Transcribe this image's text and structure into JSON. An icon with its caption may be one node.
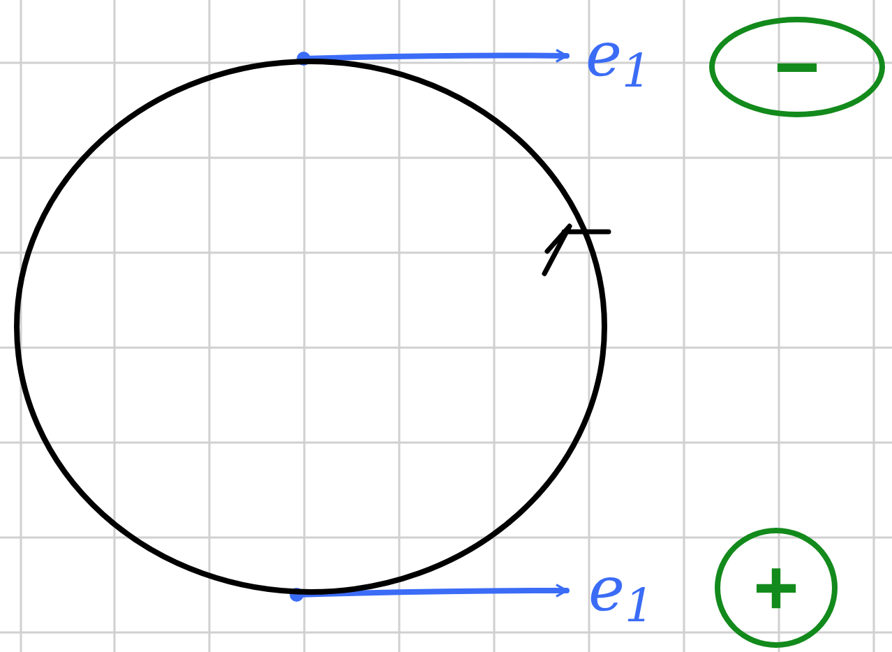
{
  "diagram": {
    "nodes": [
      {
        "text": [],
        "shape": "circle"
      },
      {
        "text": [
          "e$_{1}$"
        ]
      },
      {
        "text": [
          "−"
        ]
      },
      {
        "text": [
          "e$_{1}$"
        ]
      },
      {
        "text": [
          "+"
        ]
      }
    ],
    "edges": [
      {
        "from": 0,
        "to": 1,
        "arrow": "to"
      },
      {
        "from": 0,
        "to": 3,
        "arrow": "to"
      }
    ]
  }
}
